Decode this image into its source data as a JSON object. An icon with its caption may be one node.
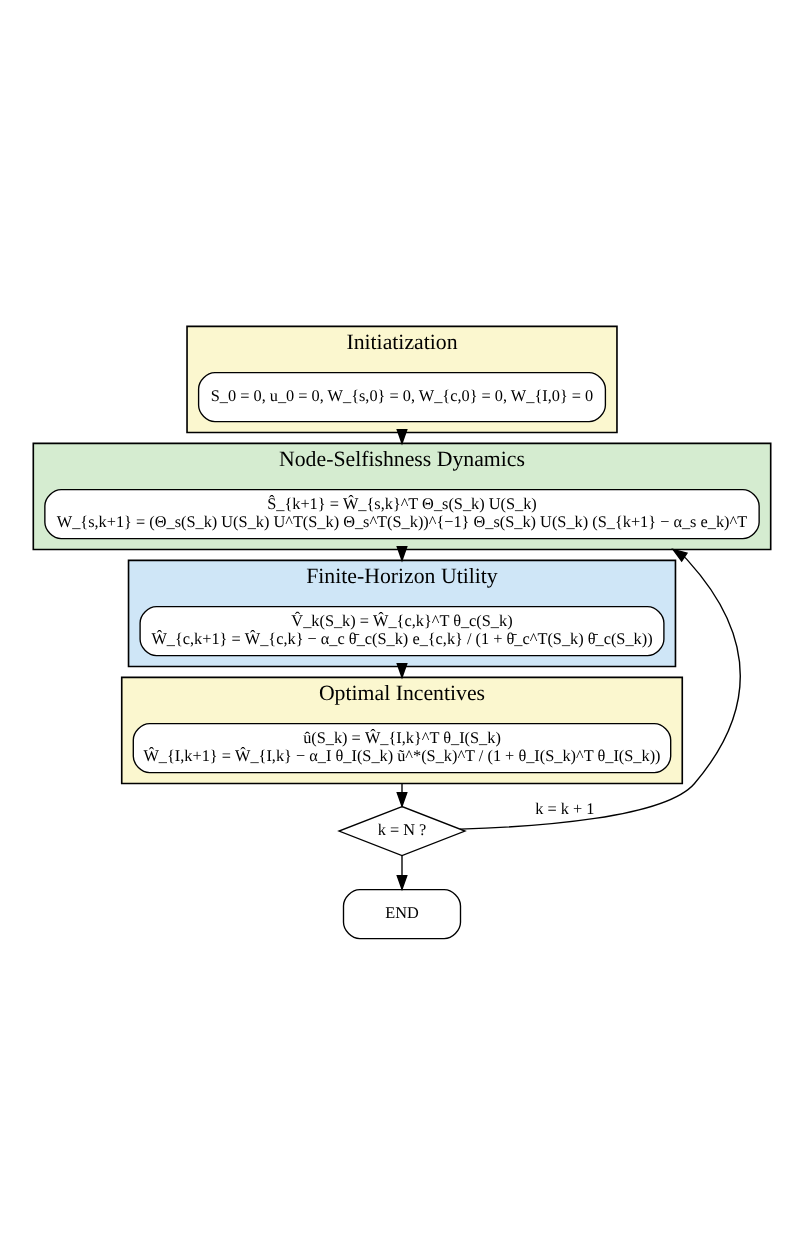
{
  "diagram": {
    "nodes": [
      {
        "text": [
          "Initiatization"
        ]
      },
      {
        "text": [
          "S_0 = 0, u_0 = 0, W_{s,0} = 0, W_{c,0} = 0, W_{I,0} = 0"
        ],
        "in": 0
      },
      {
        "text": [
          "Node-Selfishness Dynamics"
        ]
      },
      {
        "text": [
          "Ŝ_{k+1} = Ŵ_{s,k}^T Θ_s(S_k) U(S_k)",
          "W_{s,k+1} = (Θ_s(S_k) U(S_k) U^T(S_k) Θ_s^T(S_k))^{−1} Θ_s(S_k) U(S_k) (S_{k+1} − α_s e_k)^T"
        ],
        "in": 2
      },
      {
        "text": [
          "Finite-Horizon Utility"
        ]
      },
      {
        "text": [
          "V̂_k(S_k) = Ŵ_{c,k}^T θ_c(S_k)",
          "Ŵ_{c,k+1} = Ŵ_{c,k} − α_c θ̄_c(S_k) e_{c,k} / (1 + θ̄_c^T(S_k) θ̄_c(S_k))"
        ],
        "in": 4
      },
      {
        "text": [
          "Optimal Incentives"
        ]
      },
      {
        "text": [
          "û(S_k) = Ŵ_{I,k}^T θ_I(S_k)",
          "Ŵ_{I,k+1} = Ŵ_{I,k} − α_I θ_I(S_k) ũ^*(S_k)^T / (1 + θ_I(S_k)^T θ_I(S_k))"
        ],
        "in": 6
      },
      {
        "text": [
          "k = N ?"
        ]
      },
      {
        "text": [
          "END"
        ]
      }
    ],
    "edges": [
      {
        "from": 0,
        "to": 2,
        "arrow": "to"
      },
      {
        "from": 2,
        "to": 4,
        "arrow": "to"
      },
      {
        "from": 4,
        "to": 6,
        "arrow": "to"
      },
      {
        "from": 6,
        "to": 8,
        "arrow": "to"
      },
      {
        "from": 8,
        "to": 2,
        "arrow": "to",
        "label": "k = k + 1"
      },
      {
        "from": 8,
        "to": 9,
        "arrow": "to"
      }
    ]
  }
}
